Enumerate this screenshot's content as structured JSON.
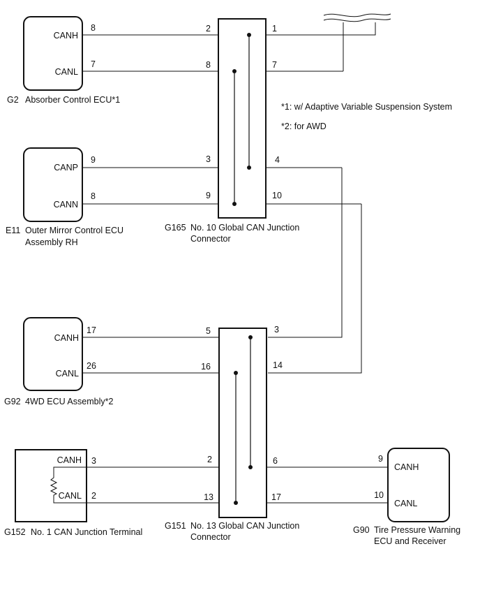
{
  "notes": {
    "note1": "*1: w/ Adaptive Variable Suspension System",
    "note2": "*2: for AWD"
  },
  "components": {
    "g2": {
      "code": "G2",
      "name": "Absorber Control ECU*1",
      "pin_a_label": "CANH",
      "pin_a_num": "8",
      "pin_b_label": "CANL",
      "pin_b_num": "7"
    },
    "e11": {
      "code": "E11",
      "name_line1": "Outer Mirror Control ECU",
      "name_line2": "Assembly RH",
      "pin_a_label": "CANP",
      "pin_a_num": "9",
      "pin_b_label": "CANN",
      "pin_b_num": "8"
    },
    "g92": {
      "code": "G92",
      "name": "4WD ECU Assembly*2",
      "pin_a_label": "CANH",
      "pin_a_num": "17",
      "pin_b_label": "CANL",
      "pin_b_num": "26"
    },
    "g152": {
      "code": "G152",
      "name": "No. 1 CAN Junction Terminal",
      "pin_a_label": "CANH",
      "pin_a_num": "3",
      "pin_b_label": "CANL",
      "pin_b_num": "2"
    },
    "g90": {
      "code": "G90",
      "name_line1": "Tire Pressure Warning",
      "name_line2": "ECU and Receiver",
      "pin_a_label": "CANH",
      "pin_a_num": "9",
      "pin_b_label": "CANL",
      "pin_b_num": "10"
    }
  },
  "junctions": {
    "g165": {
      "code": "G165",
      "name_line1": "No. 10 Global CAN Junction",
      "name_line2": "Connector",
      "left_pins": [
        "2",
        "8",
        "3",
        "9"
      ],
      "right_pins": [
        "1",
        "7",
        "4",
        "10"
      ]
    },
    "g151": {
      "code": "G151",
      "name_line1": "No. 13 Global CAN Junction",
      "name_line2": "Connector",
      "left_pins": [
        "5",
        "16",
        "2",
        "13"
      ],
      "right_pins": [
        "3",
        "14",
        "6",
        "17"
      ]
    }
  }
}
